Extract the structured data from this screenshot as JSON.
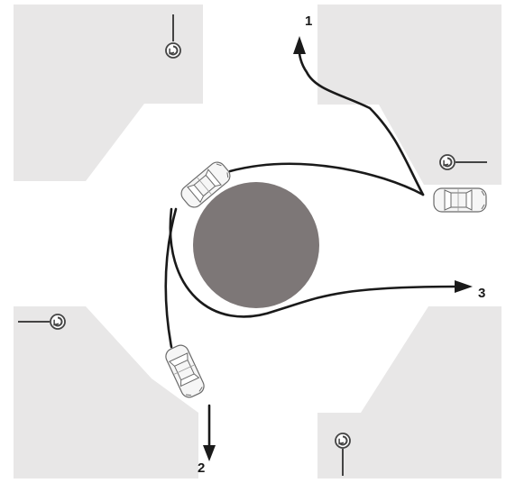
{
  "labels": {
    "route_1": "1",
    "route_2": "2",
    "route_3": "3"
  },
  "colors": {
    "background": "#ffffff",
    "sidewalk": "#e8e7e7",
    "island": "#7d7777",
    "path": "#1a1a1a",
    "car_body": "#f6f6f6",
    "car_outline": "#6a6a6a"
  },
  "icons": {
    "sign": "roundabout-sign-icon",
    "car": "car-icon",
    "arrow": "arrow-head-icon"
  }
}
